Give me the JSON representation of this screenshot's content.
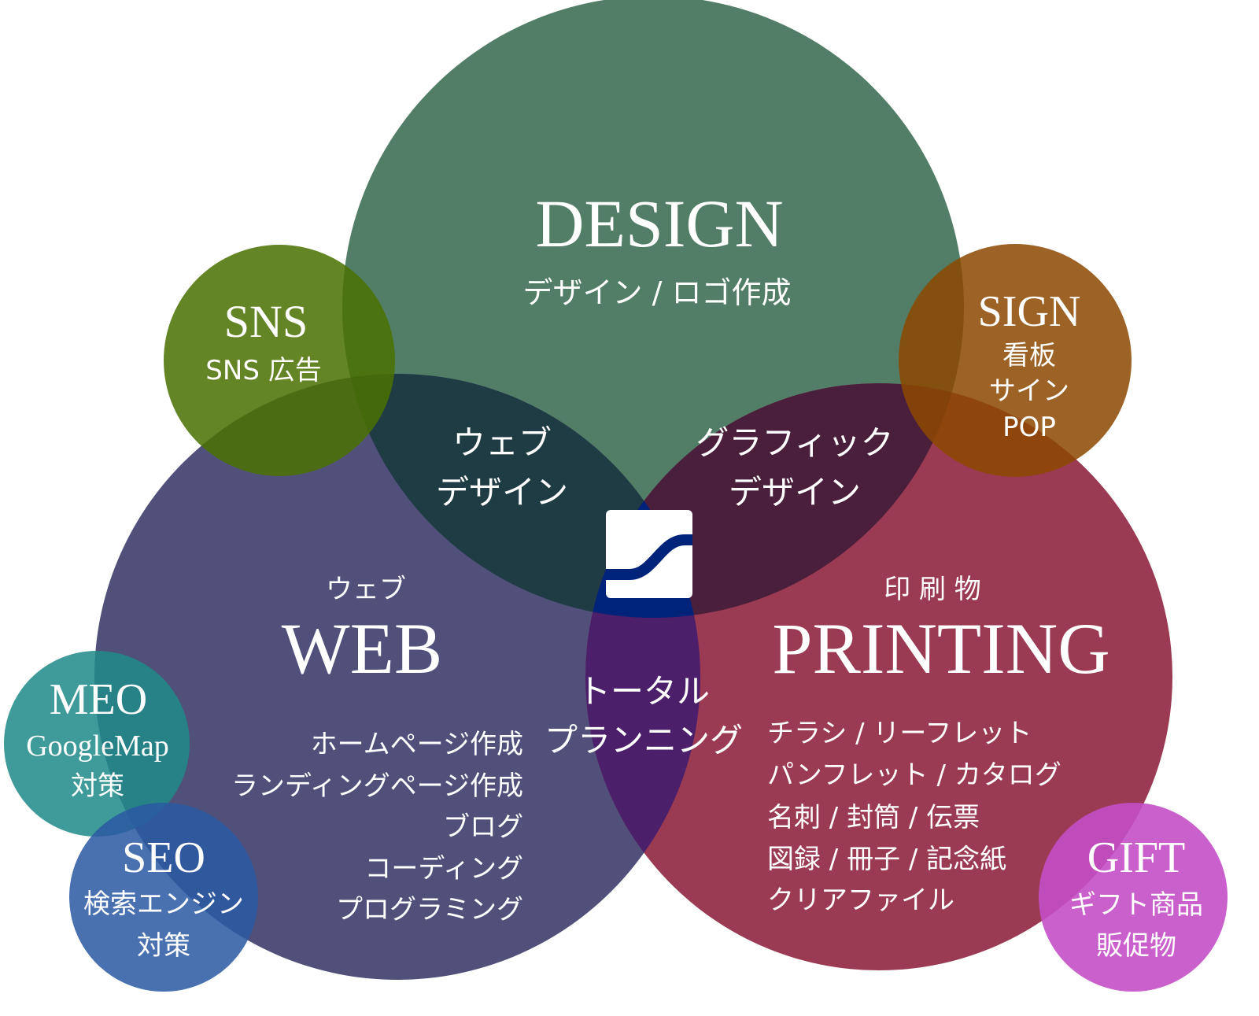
{
  "colors": {
    "design": "#527e67",
    "web": "#50507a",
    "printing": "#9b3b53",
    "sns": "#4b7102",
    "sign": "#8d4801",
    "meo": "#1f8a88",
    "seo": "#2b5aa3",
    "gift": "#c44fc6",
    "web_design_overlap": "#1f3c45",
    "graphic_design_overlap": "#4a1f3b",
    "total_planning_overlap": "#4b1f6a",
    "center": "#00237a",
    "text": "#ffffff"
  },
  "logo": {
    "icon": "s-curve-logo-icon"
  },
  "design": {
    "title": "DESIGN",
    "subtitle": "デザイン / ロゴ作成"
  },
  "web": {
    "kana": "ウェブ",
    "title": "WEB",
    "items": [
      "ホームページ作成",
      "ランディングページ作成",
      "ブログ",
      "コーディング",
      "プログラミング"
    ]
  },
  "printing": {
    "kana": "印 刷 物",
    "title": "PRINTING",
    "items": [
      "チラシ / リーフレット",
      "パンフレット / カタログ",
      "名刺 / 封筒 / 伝票",
      "図録 / 冊子 / 記念紙",
      "クリアファイル"
    ]
  },
  "web_design": {
    "lines": [
      "ウェブ",
      "デザイン"
    ]
  },
  "graphic_design": {
    "lines": [
      "グラフィック",
      "デザイン"
    ]
  },
  "total_planning": {
    "lines": [
      "トータル",
      "プランニング"
    ]
  },
  "sns": {
    "title": "SNS",
    "lines": [
      "SNS 広告"
    ]
  },
  "sign": {
    "title": "SIGN",
    "lines": [
      "看板",
      "サイン",
      "POP"
    ]
  },
  "meo": {
    "title": "MEO",
    "lines": [
      "GoogleMap",
      "対策"
    ]
  },
  "seo": {
    "title": "SEO",
    "lines": [
      "検索エンジン",
      "対策"
    ]
  },
  "gift": {
    "title": "GIFT",
    "lines": [
      "ギフト商品",
      "販促物"
    ]
  }
}
